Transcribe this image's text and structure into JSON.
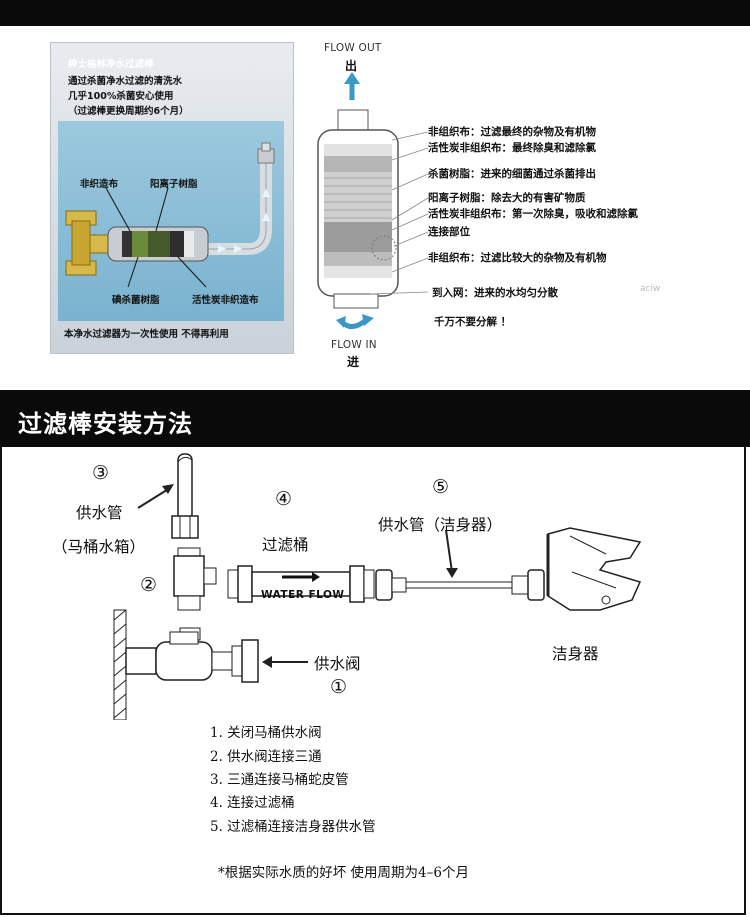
{
  "top_panel": {
    "title": "绅士格林净水过滤棒",
    "desc_lines": [
      "通过杀菌净水过滤的清洗水",
      "几乎100%杀菌安心使用",
      "（过滤棒更换周期约6个月）"
    ],
    "labels": {
      "nonwoven": "非织造布",
      "cation_resin": "阳离子树脂",
      "iodine_resin": "碘杀菌树脂",
      "carbon_nonwoven": "活性炭非织造布"
    },
    "footer": "本净水过滤器为一次性使用  不得再利用"
  },
  "flow": {
    "out_en": "FLOW OUT",
    "out_cn": "出",
    "in_en": "FLOW IN",
    "in_cn": "进"
  },
  "layers": [
    "非组织布：过滤最终的杂物及有机物",
    "活性炭非组织布：最终除臭和滤除氯",
    "杀菌树脂：进来的细菌通过杀菌排出",
    "阳离子树脂：除去大的有害矿物质",
    "活性炭非组织布：第一次除臭，吸收和滤除氯",
    "连接部位",
    "非组织布：过滤比较大的杂物及有机物",
    "到入网：进来的水均匀分散"
  ],
  "warning": "千万不要分解 ！",
  "watermark": "aciw",
  "section_title": "过滤棒安装方法",
  "install": {
    "n1": "①",
    "n2": "②",
    "n3": "③",
    "n4": "④",
    "n5": "⑤",
    "supply_pipe": "供水管",
    "toilet_tank": "（马桶水箱）",
    "filter_bucket": "过滤桶",
    "bidet_pipe": "供水管（洁身器）",
    "valve": "供水阀",
    "bidet": "洁身器",
    "water_flow": "WATER FLOW"
  },
  "steps": [
    "1. 关闭马桶供水阀",
    "2. 供水阀连接三通",
    "3. 三通连接马桶蛇皮管",
    "4. 连接过滤桶",
    "5. 过滤桶连接洁身器供水管"
  ],
  "note": "*根据实际水质的好坏 使用周期为4–6个月"
}
